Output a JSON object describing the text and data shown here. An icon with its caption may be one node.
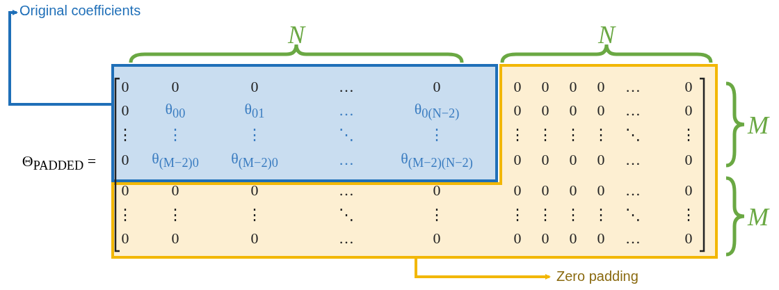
{
  "diagram": {
    "nodes": [
      {
        "text": [
          "Original coefficients"
        ]
      },
      {
        "text": [],
        "shape": "box"
      },
      {
        "text": [
          "Zero padding"
        ]
      },
      {
        "text": [],
        "shape": "box"
      }
    ],
    "edges": [
      {
        "from": 1,
        "to": 0,
        "arrow": "to",
        "color": "#1f6fb8"
      },
      {
        "from": 3,
        "to": 2,
        "arrow": "to",
        "color": "#f2b705"
      }
    ],
    "labels": [
      "N",
      "N",
      "Θ$_{PADDED}$ =",
      "0",
      "0",
      "0",
      "…",
      "0",
      "0",
      "0",
      "0",
      "0",
      "…",
      "0",
      "0",
      "θ$_{00}$",
      "θ$_{01}$",
      "…",
      "θ$_{0(N−2)}$",
      "0",
      "0",
      "0",
      "0",
      "…",
      "0",
      "⋮",
      "⋮",
      "⋮",
      "⋱",
      "⋮",
      "⋮",
      "⋮",
      "⋮",
      "⋮",
      "⋱",
      "⋮",
      "0",
      "θ$_{(M−2)0}$",
      "θ$_{(M−2)0}$",
      "…",
      "θ$_{(M−2)(N−2)}$",
      "0",
      "0",
      "0",
      "0",
      "…",
      "0",
      "0",
      "0",
      "0",
      "…",
      "0",
      "0",
      "0",
      "0",
      "0",
      "…",
      "0",
      "⋮",
      "⋮",
      "⋮",
      "⋱",
      "⋮",
      "⋮",
      "⋮",
      "⋮",
      "⋮",
      "⋱",
      "⋮",
      "0",
      "0",
      "0",
      "…",
      "0",
      "0",
      "0",
      "0",
      "0",
      "…",
      "0",
      "M",
      "M"
    ]
  }
}
